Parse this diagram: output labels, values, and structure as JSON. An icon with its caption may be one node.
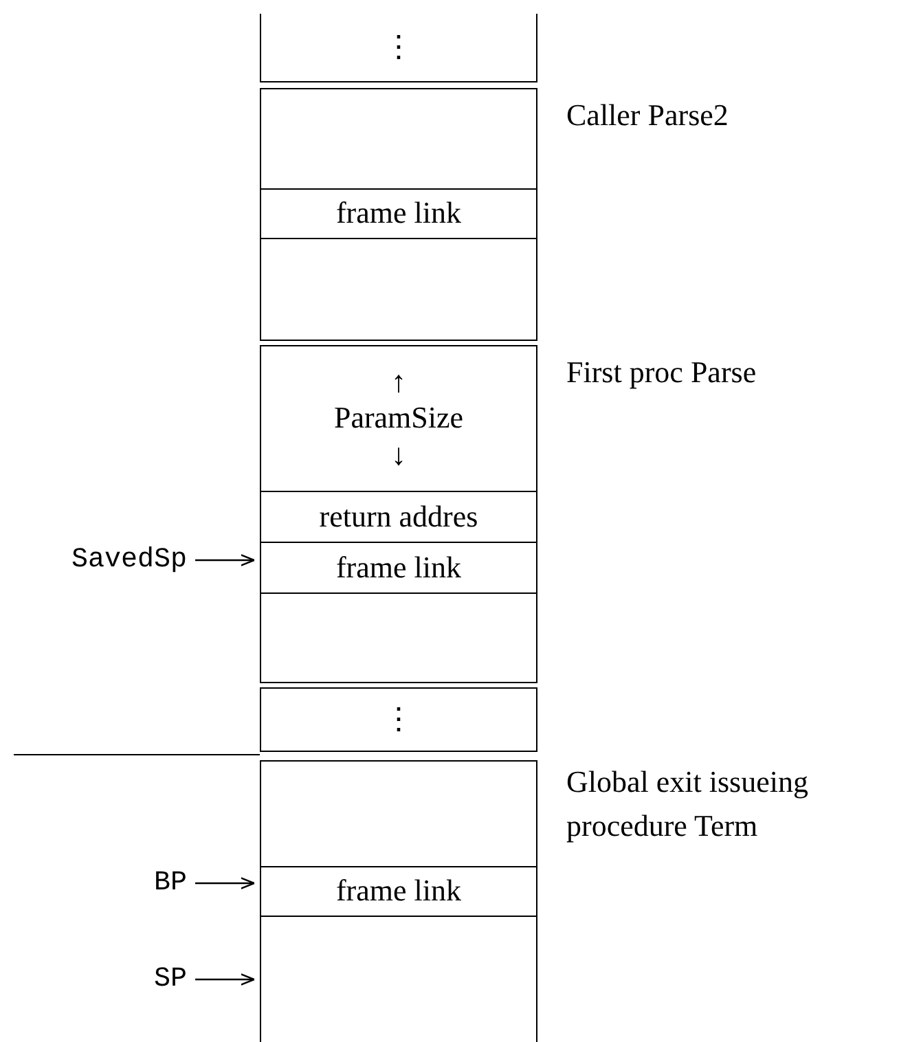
{
  "diagram": {
    "nodes": [
      {
        "text": [
          "⋮"
        ]
      },
      {
        "text": [],
        "shape": "box"
      },
      {
        "text": [
          "frame link"
        ]
      },
      {
        "text": [],
        "shape": "box"
      },
      {
        "text": [
          "↑",
          "ParamSize",
          "↓"
        ]
      },
      {
        "text": [
          "return addres"
        ]
      },
      {
        "text": [
          "frame link"
        ]
      },
      {
        "text": [],
        "shape": "box"
      },
      {
        "text": [
          "⋮"
        ]
      },
      {
        "text": [],
        "shape": "box"
      },
      {
        "text": [
          "frame link"
        ]
      },
      {
        "text": [],
        "shape": "box"
      },
      {
        "text": [
          "SavedSp"
        ]
      },
      {
        "text": [
          "BP"
        ]
      },
      {
        "text": [
          "SP"
        ]
      }
    ],
    "edges": [
      {
        "from": 12,
        "to": 6,
        "arrow": "to"
      },
      {
        "from": 13,
        "to": 10,
        "arrow": "to"
      },
      {
        "from": 14,
        "to": 11,
        "arrow": "to"
      }
    ],
    "labels": [
      "Caller Parse2",
      "First proc Parse",
      "Global exit issueing procedure Term"
    ]
  }
}
